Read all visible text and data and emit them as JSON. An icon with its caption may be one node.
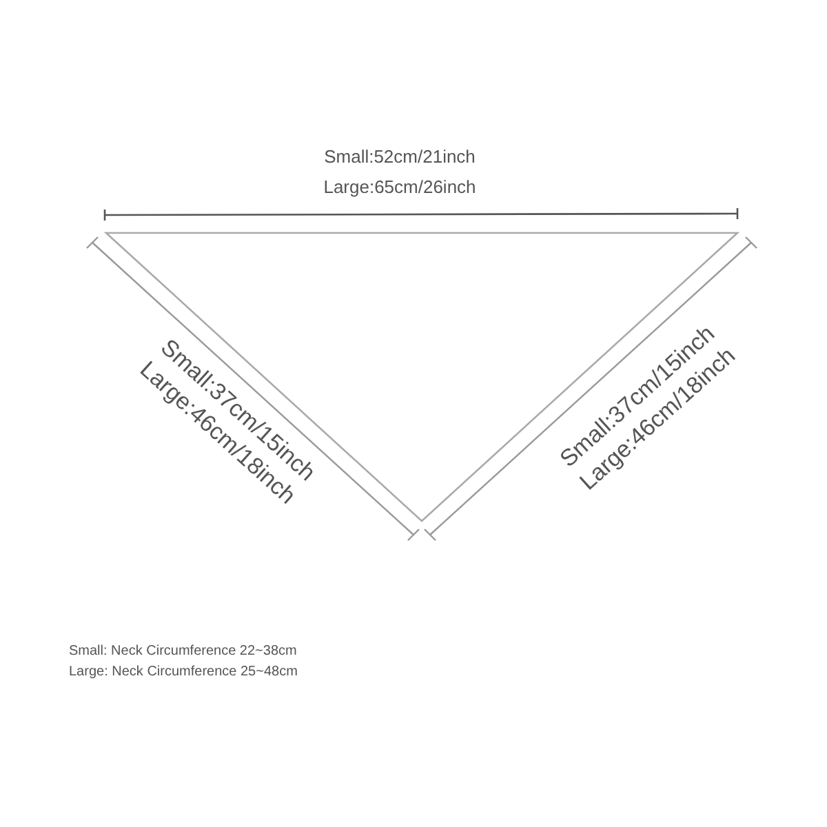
{
  "diagram": {
    "labels": [
      "Small:52cm/21inch",
      "Large:65cm/26inch",
      "Small:37cm/15inch",
      "Large:46cm/18inch",
      "Small:37cm/15inch",
      "Large:46cm/18inch",
      "Small: Neck Circumference 22~38cm",
      "Large: Neck Circumference 25~48cm"
    ]
  }
}
